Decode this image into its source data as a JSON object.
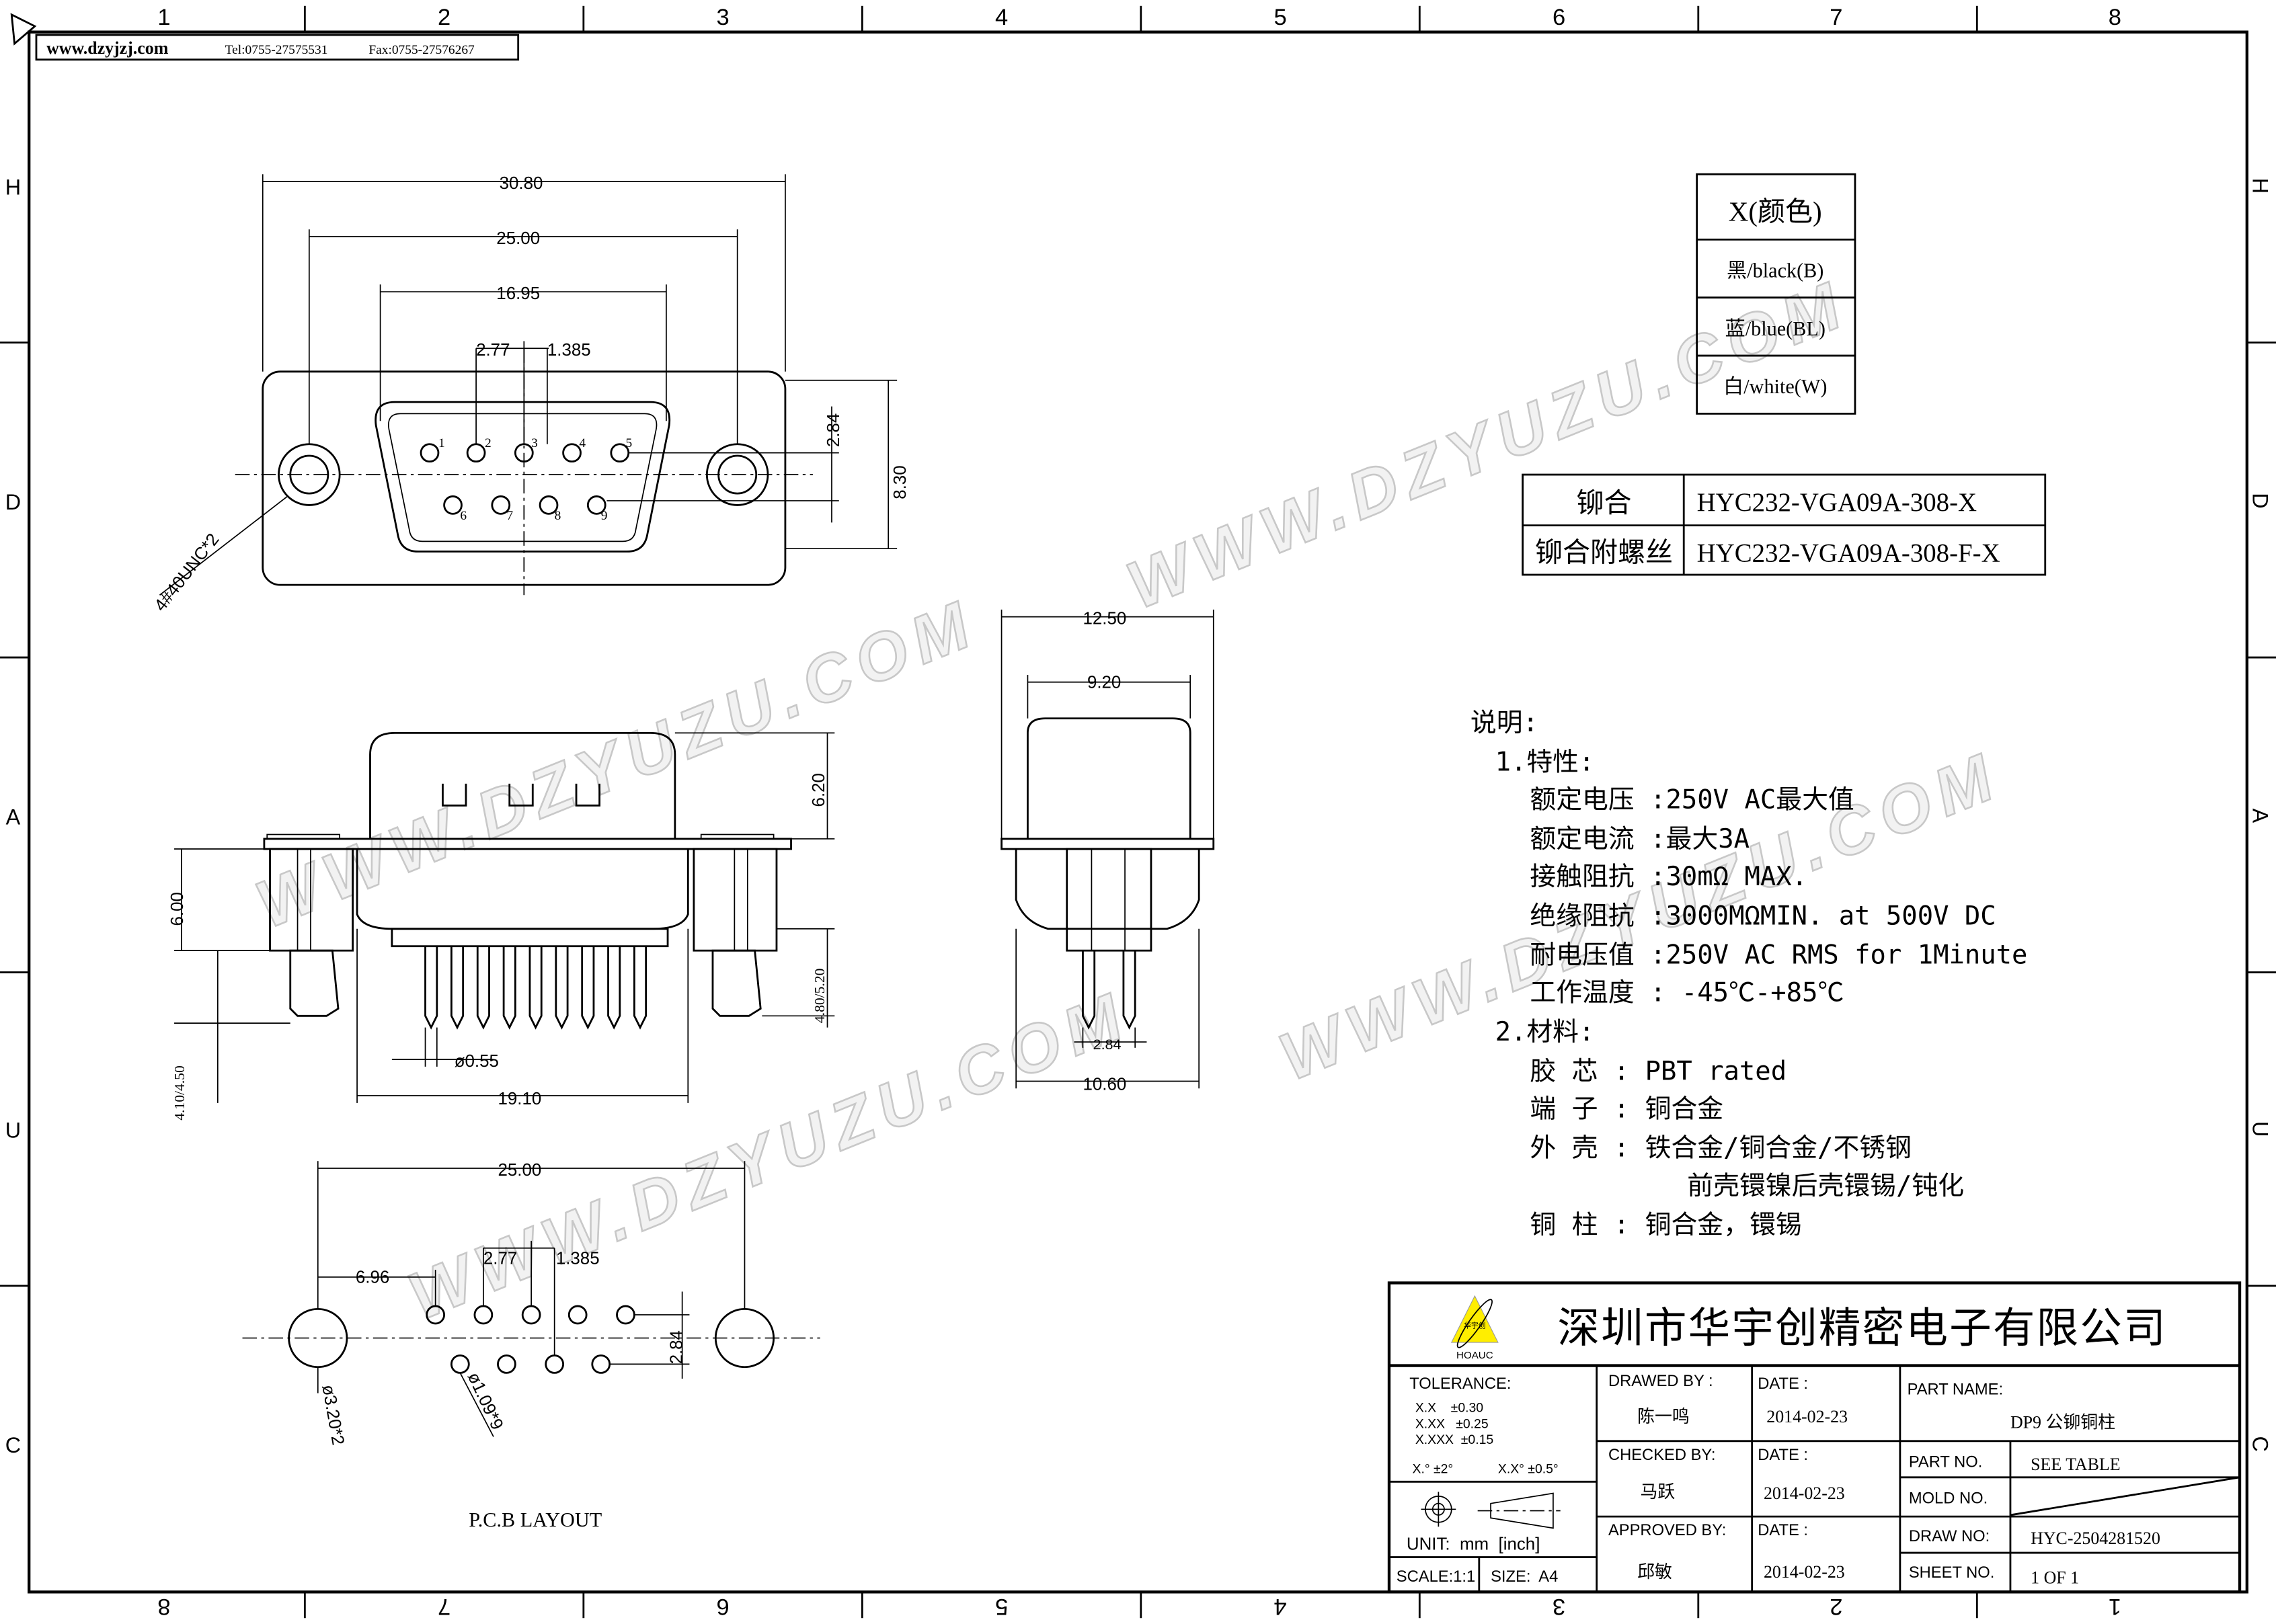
{
  "header": {
    "website": "www.dzyjzj.com",
    "tel": "Tel:0755-27575531",
    "fax": "Fax:0755-27576267"
  },
  "zones": {
    "top": [
      "1",
      "2",
      "3",
      "4",
      "5",
      "6",
      "7",
      "8"
    ],
    "bottom": [
      "8",
      "7",
      "6",
      "5",
      "4",
      "3",
      "2",
      "1"
    ],
    "side": [
      "H",
      "D",
      "A",
      "U",
      "C"
    ]
  },
  "watermark": "WWW.DZYUZU.COM",
  "front_view": {
    "dims": {
      "overall": "30.80",
      "shell": "25.00",
      "inner": "16.95",
      "pitch": "2.77",
      "half_pitch": "1.385",
      "row": "2.84",
      "height": "8.30",
      "screw": "4#40UNC*2"
    },
    "pins": [
      "1",
      "2",
      "3",
      "4",
      "5",
      "6",
      "7",
      "8",
      "9"
    ]
  },
  "side_view": {
    "dims": {
      "shell_h": "6.20",
      "flange": "6.00",
      "pin_len": "4.80/5.20",
      "boss": "4.10/4.50",
      "pin_dia": "ø0.55",
      "span": "19.10"
    }
  },
  "end_view": {
    "dims": {
      "width": "12.50",
      "inner": "9.20",
      "pin_row": "2.84",
      "base": "10.60"
    }
  },
  "pcb_layout": {
    "title": "P.C.B LAYOUT",
    "dims": {
      "span": "25.00",
      "offset": "6.96",
      "pitch": "2.77",
      "half_pitch": "1.385",
      "row": "2.84",
      "big_hole": "ø3.20*2",
      "small_hole": "ø1.09*9"
    }
  },
  "color_table": {
    "header": "X(颜色)",
    "rows": [
      "黑/black(B)",
      "蓝/blue(BL)",
      "白/white(W)"
    ]
  },
  "part_table": [
    {
      "label": "铆合",
      "value": "HYC232-VGA09A-308-X"
    },
    {
      "label": "铆合附螺丝",
      "value": "HYC232-VGA09A-308-F-X"
    }
  ],
  "notes": {
    "title": "说明:",
    "section1": "1.特性:",
    "specs": [
      "额定电压 :250V AC最大值",
      "额定电流 :最大3A",
      "接触阻抗 :30mΩ MAX.",
      "绝缘阻抗 :3000MΩMIN. at 500V DC",
      "耐电压值 :250V AC RMS for 1Minute",
      "工作温度 : -45℃-+85℃"
    ],
    "section2": "2.材料:",
    "materials": [
      "胶 芯 : PBT rated",
      "端 子 : 铜合金",
      "外 壳 : 铁合金/铜合金/不锈钢",
      "          前壳镮镍后壳镮锡/钝化",
      "铜 柱 : 铜合金，镮锡"
    ]
  },
  "title_block": {
    "company": "深圳市华宇创精密电子有限公司",
    "logo_text": "华宇创",
    "logo_brand": "HOAUC",
    "tolerance_label": "TOLERANCE:",
    "tolerances": [
      "X.X    ±0.30",
      "X.XX   ±0.25",
      "X.XXX  ±0.15"
    ],
    "angle_tol": [
      "X.° ±2°",
      "X.X° ±0.5°"
    ],
    "unit": "UNIT:  mm  [inch]",
    "scale": "SCALE:1:1",
    "size": "SIZE:  A4",
    "drawed_by_label": "DRAWED BY :",
    "drawed_by": "陈一鸣",
    "checked_by_label": "CHECKED BY:",
    "checked_by": "马跃",
    "approved_by_label": "APPROVED BY:",
    "approved_by": "邱敏",
    "date_label": "DATE :",
    "dates": [
      "2014-02-23",
      "2014-02-23",
      "2014-02-23"
    ],
    "part_name_label": "PART NAME:",
    "part_name": "DP9 公铆铜柱",
    "part_no_label": "PART NO.",
    "part_no": "SEE TABLE",
    "mold_no_label": "MOLD NO.",
    "draw_no_label": "DRAW NO:",
    "draw_no": "HYC-2504281520",
    "sheet_no_label": "SHEET NO.",
    "sheet_no": "1 OF 1"
  }
}
